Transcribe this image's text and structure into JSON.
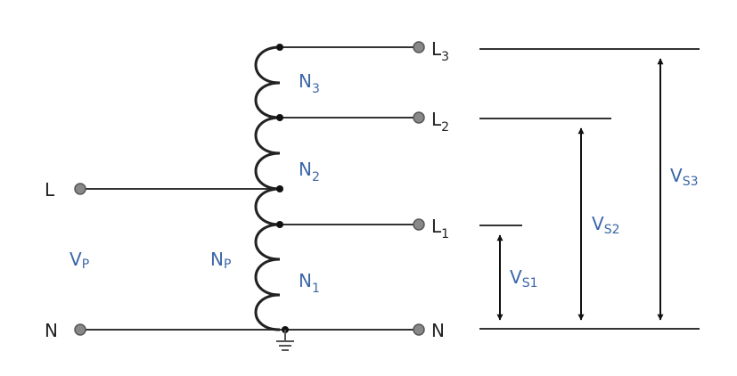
{
  "diagram": {
    "colors": {
      "wire": "#333333",
      "terminal": "#888888",
      "label_black": "#222222",
      "label_blue": "#3b66a8"
    },
    "input": {
      "line_terminal": {
        "letter": "L"
      },
      "neutral_terminal": {
        "letter": "N"
      },
      "voltage": {
        "main": "V",
        "sub": "P"
      }
    },
    "winding": {
      "primary": {
        "main": "N",
        "sub": "P"
      },
      "sections": [
        {
          "main": "N",
          "sub": "3"
        },
        {
          "main": "N",
          "sub": "2"
        },
        {
          "main": "N",
          "sub": "1"
        }
      ]
    },
    "outputs": {
      "taps": [
        {
          "main": "L",
          "sub": "3"
        },
        {
          "main": "L",
          "sub": "2"
        },
        {
          "main": "L",
          "sub": "1"
        }
      ],
      "neutral": {
        "letter": "N"
      }
    },
    "secondary_voltages": [
      {
        "main": "V",
        "sub": "S1"
      },
      {
        "main": "V",
        "sub": "S2"
      },
      {
        "main": "V",
        "sub": "S3"
      }
    ],
    "ground": {
      "icon": "ground-icon"
    }
  }
}
